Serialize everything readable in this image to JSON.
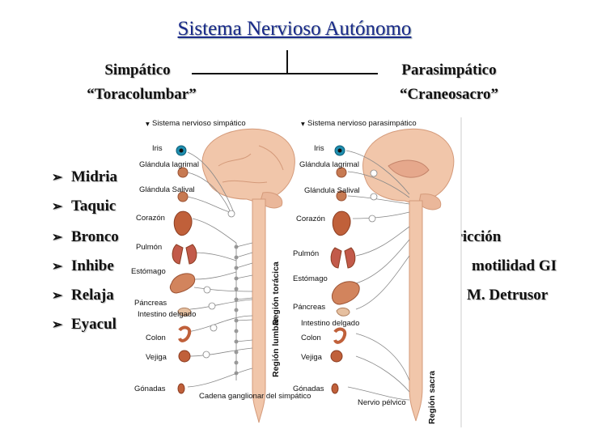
{
  "title": "Sistema Nervioso Autónomo",
  "sympathetic": {
    "name": "Simpático",
    "subtitle": "“Toracolumbar”"
  },
  "parasympathetic": {
    "name": "Parasimpático",
    "subtitle": "“Craneosacro”"
  },
  "sympathetic_effects": [
    "Midria",
    "Taquic",
    "Bronco",
    "Inhibe",
    "Relaja",
    "Eyacul"
  ],
  "parasympathetic_effects": [
    "rricción",
    "motilidad GI",
    "M. Detrusor"
  ],
  "left_panel": {
    "header": "Sistema nervioso simpático",
    "organs": [
      "Iris",
      "Glándula lagrimal",
      "Glándula Salival",
      "Corazón",
      "Pulmón",
      "Estómago",
      "Páncreas",
      "Intestino delgado",
      "Colon",
      "Vejiga",
      "Gónadas"
    ],
    "region_toracica": "Región torácica",
    "region_lumbar": "Región lumbar",
    "cadena": "Cadena ganglionar del simpático"
  },
  "right_panel": {
    "header": "Sistema nervioso parasimpático",
    "organs": [
      "Iris",
      "Glándula lagrimal",
      "Glándula Salival",
      "Corazón",
      "Pulmón",
      "Estómago",
      "Páncreas",
      "Intestino delgado",
      "Colon",
      "Vejiga",
      "Gónadas"
    ],
    "nervio": "Nervio pélvico",
    "region_sacra": "Región sacra"
  }
}
